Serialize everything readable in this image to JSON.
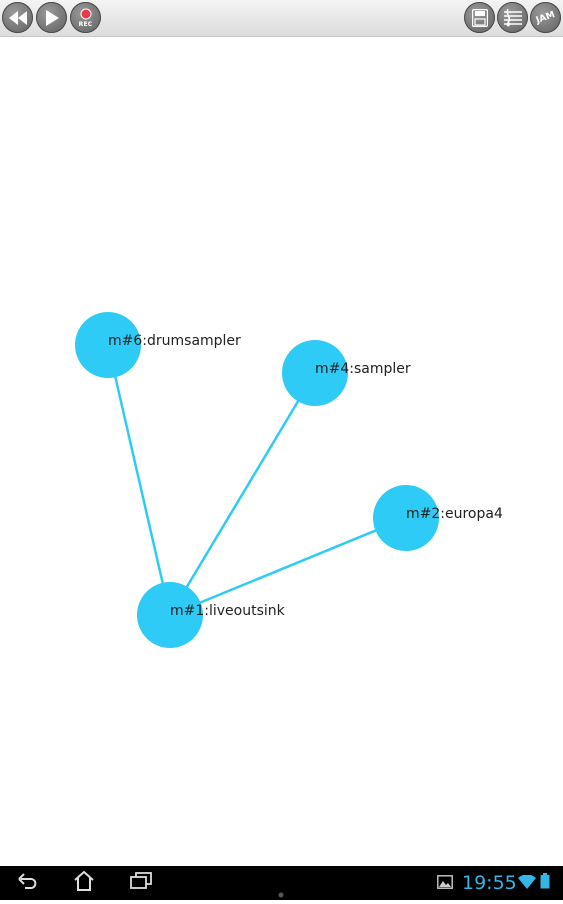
{
  "toolbar": {
    "buttons": [
      {
        "icon": "rewind-icon"
      },
      {
        "icon": "play-icon"
      },
      {
        "icon": "record-icon",
        "label": "REC"
      },
      {
        "icon": "save-icon"
      },
      {
        "icon": "score-icon"
      },
      {
        "icon": "jam-icon",
        "label": "JAM"
      }
    ]
  },
  "graph": {
    "node_color": "#2ecbf7",
    "edge_color": "#2ecbf7",
    "nodes": [
      {
        "id": "m1",
        "label": "m#1:liveoutsink"
      },
      {
        "id": "m2",
        "label": "m#2:europa4"
      },
      {
        "id": "m4",
        "label": "m#4:sampler"
      },
      {
        "id": "m6",
        "label": "m#6:drumsampler"
      }
    ],
    "edges": [
      {
        "from": "m1",
        "to": "m6"
      },
      {
        "from": "m1",
        "to": "m4"
      },
      {
        "from": "m1",
        "to": "m2"
      }
    ]
  },
  "navbar": {
    "back": "back-icon",
    "home": "home-icon",
    "recents": "recent-apps-icon",
    "clock": "19:55"
  }
}
